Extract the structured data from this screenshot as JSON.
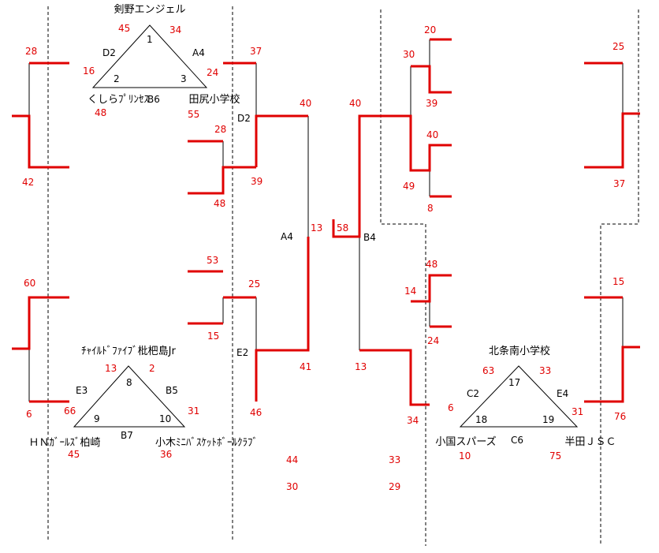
{
  "colors": {
    "win": "#e00000",
    "line": "#000000",
    "background": "#ffffff"
  },
  "teams": {
    "tsurugino_angel": "剣野エンジェル",
    "kujira_princess": "くしらﾌﾟﾘﾝｾｽ",
    "tajiri_elementary": "田尻小学校",
    "child_five": "ﾁｬｲﾙﾄﾞﾌｧｲﾌﾞ枇杷島Jr",
    "hn_girls": "ＨＮｶﾞｰﾙｽﾞ柏崎",
    "koki_mini_basket": "小木ﾐﾆﾊﾞｽｹｯﾄﾎﾞｰﾙｸﾗﾌﾞ",
    "kitajo_minami": "北条南小学校",
    "shoukoku_spurs": "小国スパーズ",
    "handa_jsc": "半田ＪＳＣ"
  },
  "groups": {
    "top": {
      "game_a": "A4",
      "game_b": "B6",
      "game_d": "D2",
      "v1": "1",
      "v2": "2",
      "v3": "3",
      "s12": "45",
      "s13": "34",
      "s21": "16",
      "s23": "48",
      "s31": "24",
      "s32": "55"
    },
    "bottom": {
      "game_b5": "B5",
      "game_b7": "B7",
      "game_e3": "E3",
      "v8": "8",
      "v9": "9",
      "v10": "10",
      "s8_9": "13",
      "s8_10": "2",
      "s9_8": "66",
      "s9_10": "45",
      "s10_8": "31",
      "s10_9": "36"
    },
    "right": {
      "game_c2": "C2",
      "game_c6": "C6",
      "game_e4": "E4",
      "v17": "17",
      "v18": "18",
      "v19": "19",
      "s17_18": "63",
      "s17_19": "33",
      "s18_17": "6",
      "s18_19": "10",
      "s19_17": "31",
      "s19_18": "75"
    }
  },
  "games": {
    "d2": "D2",
    "a4": "A4",
    "b4": "B4",
    "e2": "E2"
  },
  "scores": {
    "far_left_top_a": "28",
    "far_left_top_b": "42",
    "far_left_bot_a": "60",
    "far_left_bot_b": "6",
    "r16_a1": "28",
    "r16_a2": "48",
    "r16_b1": "53",
    "r16_b2": "15",
    "qf_a1": "37",
    "qf_a2": "39",
    "qf_b1": "25",
    "qf_b2": "46",
    "sf_left_top": "40",
    "sf_left_bot": "41",
    "final_left": "13",
    "final_right": "58",
    "sf_right_top": "40",
    "sf_right_bot": "13",
    "qf_c1": "30",
    "qf_c2": "49",
    "qf_d1": "14",
    "qf_d2": "34",
    "r16_c1": "20",
    "r16_c2": "39",
    "r16_c3": "40",
    "r16_c4": "8",
    "r16_d1": "48",
    "r16_d2": "24",
    "far_right_top_a": "25",
    "far_right_top_b": "37",
    "far_right_bot_a": "15",
    "far_right_bot_b": "76",
    "extra_1": "44",
    "extra_2": "30",
    "extra_3": "33",
    "extra_4": "29"
  }
}
